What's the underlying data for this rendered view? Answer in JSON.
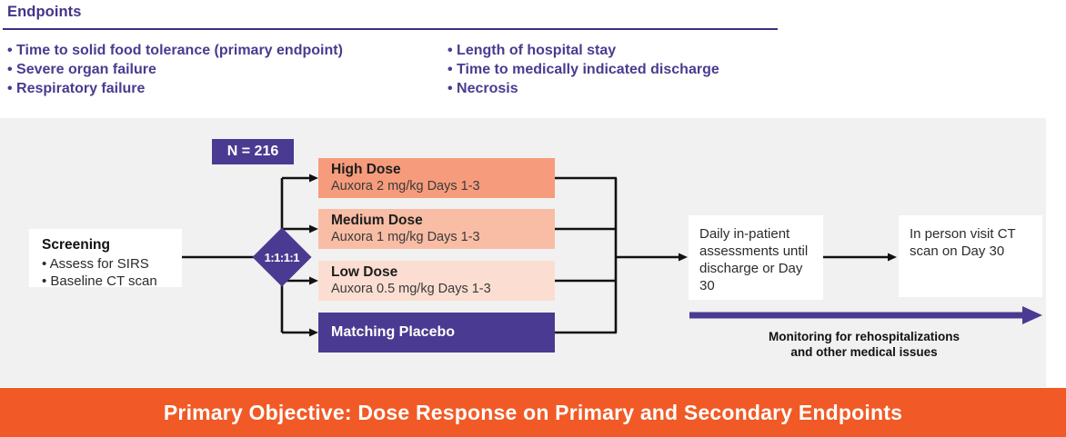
{
  "endpoints": {
    "title": "Endpoints",
    "left_items": [
      "Time to solid food tolerance (primary endpoint)",
      "Severe organ failure",
      "Respiratory failure"
    ],
    "right_items": [
      "Length of hospital stay",
      "Time to medically indicated discharge",
      "Necrosis"
    ]
  },
  "flow": {
    "n_label": "N = 216",
    "screening": {
      "title": "Screening",
      "items": [
        "Assess for SIRS",
        "Baseline CT scan"
      ]
    },
    "randomization_ratio": "1:1:1:1",
    "arms": [
      {
        "title": "High Dose",
        "subtitle": "Auxora 2 mg/kg Days 1-3",
        "bg": "#f69c7c"
      },
      {
        "title": "Medium Dose",
        "subtitle": "Auxora 1 mg/kg Days 1-3",
        "bg": "#f8bda4"
      },
      {
        "title": "Low Dose",
        "subtitle": "Auxora 0.5 mg/kg Days 1-3",
        "bg": "#fbded1"
      },
      {
        "title": "Matching Placebo",
        "subtitle": "",
        "bg": "#4b3a91"
      }
    ],
    "daily_box": "Daily in-patient assessments until discharge or Day 30",
    "followup_box": "In person visit CT scan on Day 30",
    "monitoring_caption_line1": "Monitoring for rehospitalizations",
    "monitoring_caption_line2": "and other medical issues"
  },
  "banner": {
    "text": "Primary Objective: Dose Response on Primary and Secondary Endpoints"
  },
  "colors": {
    "purple": "#4b3a91",
    "purple_text": "#4a3b8f",
    "orange_banner": "#f15a26",
    "panel_gray": "#f1f1f1",
    "high_dose": "#f69c7c",
    "medium_dose": "#f8bda4",
    "low_dose": "#fbded1",
    "connector_black": "#111111"
  }
}
